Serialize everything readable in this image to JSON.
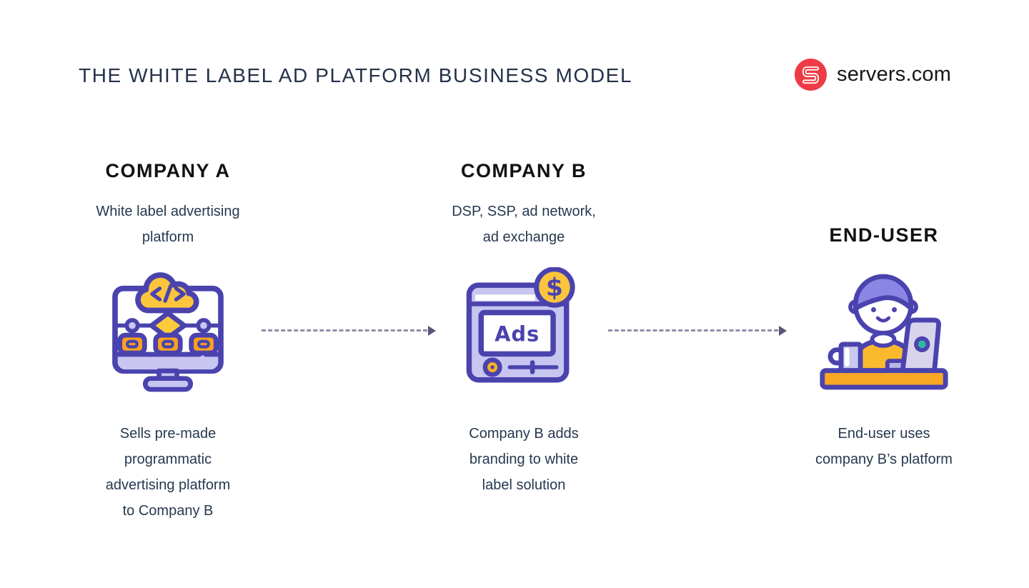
{
  "header": {
    "title": "THE WHITE LABEL AD PLATFORM BUSINESS MODEL",
    "brand": "servers.com"
  },
  "columns": [
    {
      "heading": "COMPANY A",
      "subtitle": [
        "White label advertising",
        "platform"
      ],
      "icon": "monitor-flowchart-icon",
      "description": [
        "Sells pre-made",
        "programmatic",
        "advertising platform",
        "to Company B"
      ]
    },
    {
      "heading": "COMPANY B",
      "subtitle": [
        "DSP, SSP, ad network,",
        "ad exchange"
      ],
      "icon": "ads-player-icon",
      "description": [
        "Company B adds",
        "branding to white",
        "label solution"
      ]
    },
    {
      "heading": "END-USER",
      "icon": "person-laptop-icon",
      "description": [
        "End-user uses",
        "company B’s platform"
      ]
    }
  ],
  "icon_text": {
    "ads": "Ads",
    "dollar": "$"
  },
  "colors": {
    "title_navy": "#243149",
    "body_navy": "#27384F",
    "heading_black": "#111111",
    "brand_red": "#EE3B46",
    "icon_outline_indigo": "#4A43AE",
    "icon_yellow": "#FBC53D",
    "icon_orange": "#F9A21F",
    "icon_lavender": "#C8C5F1",
    "hair_purple": "#8B85E3",
    "laptop_teal": "#2FB9A2",
    "arrow_gray": "#918DA9"
  }
}
